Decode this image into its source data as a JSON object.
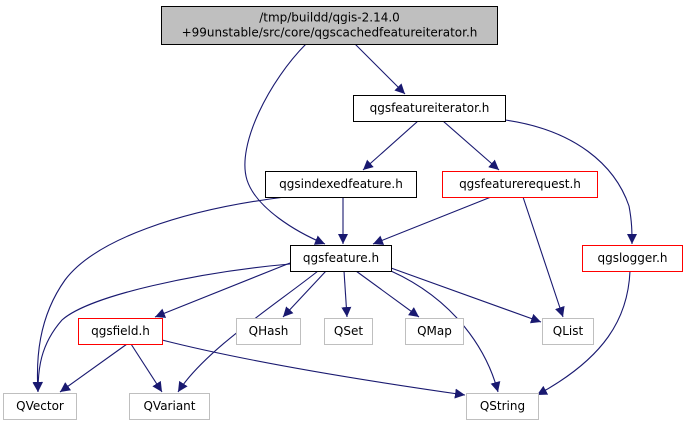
{
  "colors": {
    "edge": "#191970",
    "border_default": "#000000",
    "border_highlight": "#ff0000",
    "border_external": "#bfbfbf",
    "fill_root": "#bfbfbf",
    "fill_default": "#ffffff"
  },
  "nodes": [
    {
      "id": "root",
      "lines": [
        "/tmp/buildd/qgis-2.14.0",
        "+99unstable/src/core/qgscachedfeatureiterator.h"
      ],
      "style": "root"
    },
    {
      "id": "qgsfeatureiterator",
      "lines": [
        "qgsfeatureiterator.h"
      ],
      "style": "default"
    },
    {
      "id": "qgsindexedfeature",
      "lines": [
        "qgsindexedfeature.h"
      ],
      "style": "default"
    },
    {
      "id": "qgsfeaturerequest",
      "lines": [
        "qgsfeaturerequest.h"
      ],
      "style": "highlight"
    },
    {
      "id": "qgsfeature",
      "lines": [
        "qgsfeature.h"
      ],
      "style": "default"
    },
    {
      "id": "qgslogger",
      "lines": [
        "qgslogger.h"
      ],
      "style": "highlight"
    },
    {
      "id": "qgsfield",
      "lines": [
        "qgsfield.h"
      ],
      "style": "highlight"
    },
    {
      "id": "qhash",
      "lines": [
        "QHash"
      ],
      "style": "external"
    },
    {
      "id": "qset",
      "lines": [
        "QSet"
      ],
      "style": "external"
    },
    {
      "id": "qmap",
      "lines": [
        "QMap"
      ],
      "style": "external"
    },
    {
      "id": "qlist",
      "lines": [
        "QList"
      ],
      "style": "external"
    },
    {
      "id": "qvector",
      "lines": [
        "QVector"
      ],
      "style": "external"
    },
    {
      "id": "qvariant",
      "lines": [
        "QVariant"
      ],
      "style": "external"
    },
    {
      "id": "qstring",
      "lines": [
        "QString"
      ],
      "style": "external"
    }
  ],
  "edges": [
    {
      "from": "root",
      "to": "qgsfeatureiterator"
    },
    {
      "from": "root",
      "to": "qgsfeature"
    },
    {
      "from": "qgsfeatureiterator",
      "to": "qgsindexedfeature"
    },
    {
      "from": "qgsfeatureiterator",
      "to": "qgsfeaturerequest"
    },
    {
      "from": "qgsfeatureiterator",
      "to": "qgslogger"
    },
    {
      "from": "qgsindexedfeature",
      "to": "qgsfeature"
    },
    {
      "from": "qgsindexedfeature",
      "to": "qvector"
    },
    {
      "from": "qgsfeaturerequest",
      "to": "qgsfeature"
    },
    {
      "from": "qgsfeaturerequest",
      "to": "qlist"
    },
    {
      "from": "qgsfeature",
      "to": "qgsfield"
    },
    {
      "from": "qgsfeature",
      "to": "qhash"
    },
    {
      "from": "qgsfeature",
      "to": "qset"
    },
    {
      "from": "qgsfeature",
      "to": "qmap"
    },
    {
      "from": "qgsfeature",
      "to": "qlist"
    },
    {
      "from": "qgsfeature",
      "to": "qvector"
    },
    {
      "from": "qgsfeature",
      "to": "qvariant"
    },
    {
      "from": "qgsfeature",
      "to": "qstring"
    },
    {
      "from": "qgsfield",
      "to": "qvector"
    },
    {
      "from": "qgsfield",
      "to": "qvariant"
    },
    {
      "from": "qgsfield",
      "to": "qstring"
    },
    {
      "from": "qgslogger",
      "to": "qstring"
    }
  ]
}
